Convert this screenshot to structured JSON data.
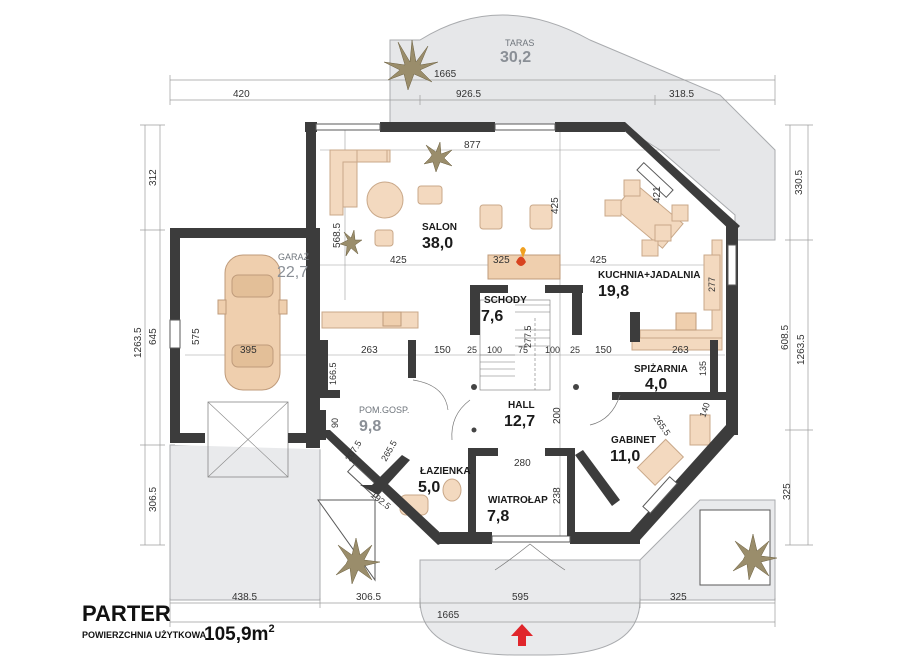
{
  "title": {
    "name": "PARTER",
    "subtitle": "POWIERZCHNIA UŻYTKOWA",
    "area_value": "105,9m",
    "area_sup": "2"
  },
  "rooms": {
    "taras": {
      "name": "TARAS",
      "area": "30,2"
    },
    "salon": {
      "name": "SALON",
      "area": "38,0"
    },
    "garaz": {
      "name": "GARAŻ",
      "area": "22,7"
    },
    "kuchnia": {
      "name": "KUCHNIA+JADALNIA",
      "area": "19,8"
    },
    "schody": {
      "name": "SCHODY",
      "area": "7,6"
    },
    "spizarnia": {
      "name": "SPIŻARNIA",
      "area": "4,0"
    },
    "pom_gosp": {
      "name": "POM.GOSP.",
      "area": "9,8"
    },
    "hall": {
      "name": "HALL",
      "area": "12,7"
    },
    "gabinet": {
      "name": "GABINET",
      "area": "11,0"
    },
    "lazienka": {
      "name": "ŁAZIENKA",
      "area": "5,0"
    },
    "wiatrolap": {
      "name": "WIATROŁAP",
      "area": "7,8"
    }
  },
  "dimensions": {
    "top_total": "1665",
    "top_left": "420",
    "top_mid": "926.5",
    "top_right": "318.5",
    "salon_width": "877",
    "salon_diag": "568.5",
    "salon_right_diag": "425",
    "axis_left": "425",
    "axis_mid": "325",
    "axis_right": "425",
    "kitchen_diag": "421",
    "kitchen_side": "277",
    "left_top": "312",
    "left_total": "1263.5",
    "left_mid": "645",
    "garage_inner": "575",
    "left_bottom": "306.5",
    "right_top": "330.5",
    "right_total": "1263.5",
    "right_mid": "608.5",
    "right_bottom": "325",
    "garage_width": "395",
    "mid_a": "263",
    "mid_b": "150",
    "mid_c": "25",
    "mid_d": "100",
    "mid_e": "75",
    "mid_f": "100",
    "mid_g": "25",
    "mid_h": "150",
    "mid_i": "263",
    "stairs_diag": "277.5",
    "pom_height": "166.5",
    "spiz_height": "135",
    "pom_small": "90",
    "diag_a": "207.5",
    "diag_b": "265.5",
    "diag_c": "192.5",
    "gabinet_diag": "265.5",
    "gabinet_small": "140",
    "hall_height": "200",
    "wiatrolap_top": "280",
    "wiatrolap_height": "238",
    "bottom_total": "1665",
    "bottom_a": "438.5",
    "bottom_b": "306.5",
    "bottom_c": "595",
    "bottom_d": "325"
  },
  "icons": {
    "entrance": "entrance-arrow-icon",
    "plant": "plant-icon",
    "fireplace": "fireplace-icon",
    "car": "car-icon"
  },
  "colors": {
    "wall": "#3c3c3c",
    "furniture": "#f3d9bf",
    "paving": "#e6e7e9",
    "entrance_arrow": "#e0262b"
  }
}
